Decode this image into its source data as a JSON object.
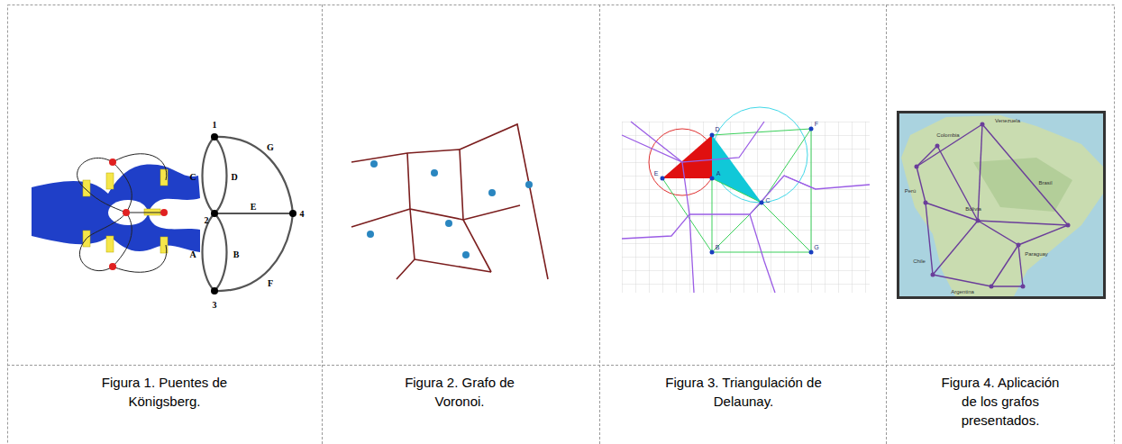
{
  "diagram": {
    "nodes": [
      {
        "text": [
          "Figura 1. Puentes de Königsberg."
        ]
      },
      {
        "text": [
          "Figura 2. Grafo de Voronoi."
        ]
      },
      {
        "text": [
          "Figura 3. Triangulación de Delaunay."
        ]
      },
      {
        "text": [
          "Figura 4. Aplicación de los grafos presentados."
        ]
      }
    ],
    "labels": [
      "1",
      "2",
      "3",
      "4",
      "C",
      "D",
      "A",
      "B",
      "E",
      "G",
      "F",
      "D",
      "F",
      "E",
      "A",
      "C",
      "B",
      "G",
      "Venezuela",
      "Colombia",
      "Perú",
      "Brasil",
      "Bolivia",
      "Paraguay",
      "Chile",
      "Argentina"
    ]
  }
}
